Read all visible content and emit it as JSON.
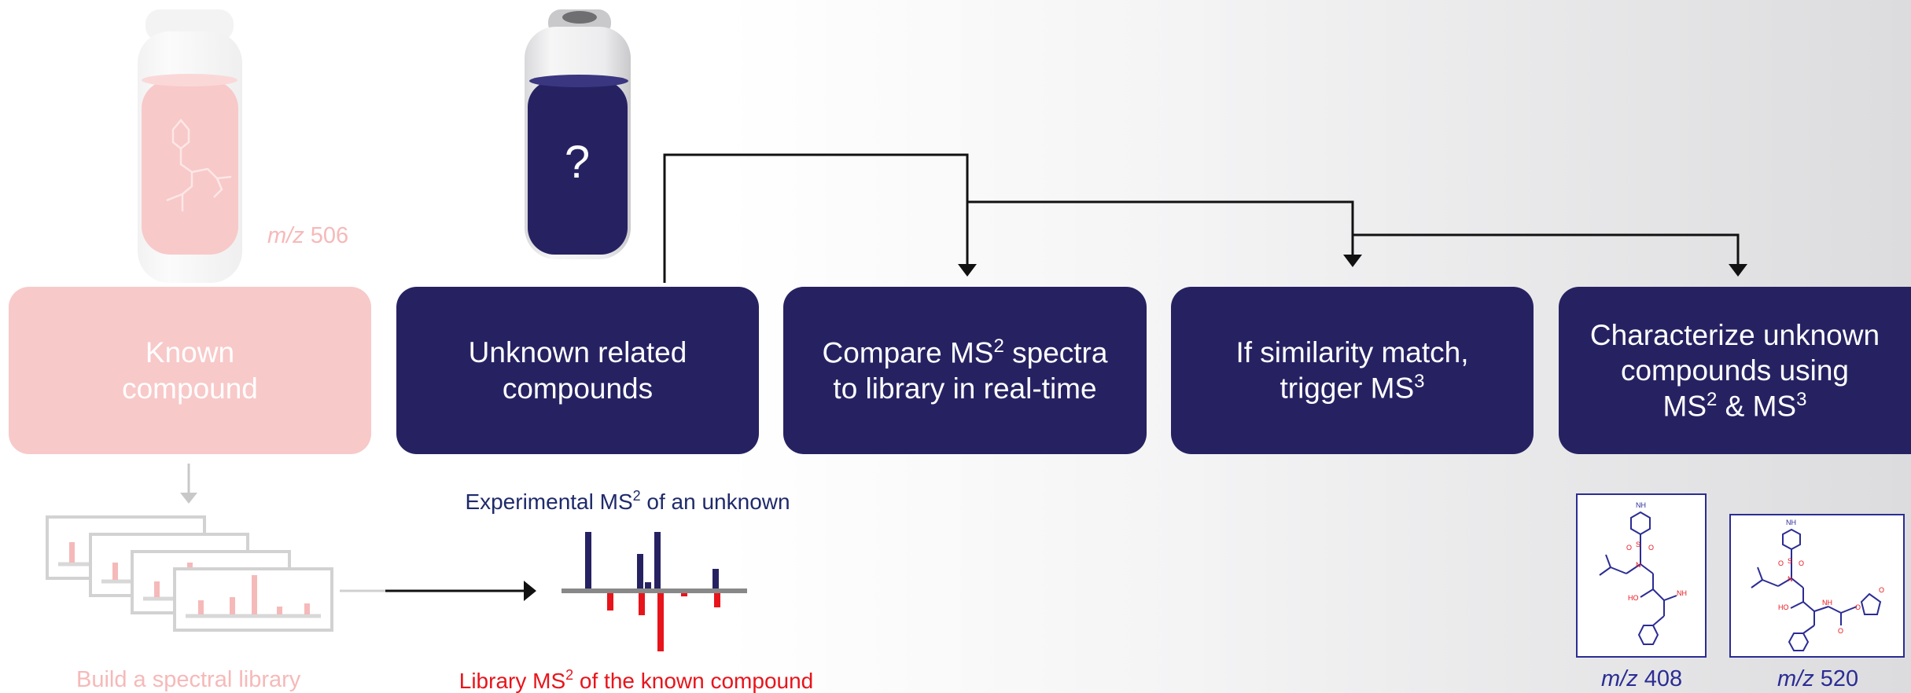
{
  "known_bottle": {
    "mz_prefix": "m/z",
    "mz_value": "506"
  },
  "unknown_bottle": {
    "mark": "?"
  },
  "steps": [
    {
      "lines": [
        "Known",
        "compound"
      ]
    },
    {
      "lines": [
        "Unknown related",
        "compounds"
      ]
    },
    {
      "lines": [
        "Compare MS",
        "2",
        " spectra",
        "to library in real-time"
      ]
    },
    {
      "lines": [
        "If similarity match,",
        "trigger MS",
        "3"
      ]
    },
    {
      "lines": [
        "Characterize unknown",
        "compounds using",
        "MS",
        "2",
        " & MS",
        "3"
      ]
    }
  ],
  "experimental_label": {
    "prefix": "Experimental MS",
    "sup": "2",
    "suffix": " of an unknown"
  },
  "library_label": {
    "prefix": "Library MS",
    "sup": "2",
    "suffix": " of the known compound"
  },
  "build_library_label": "Build a spectral library",
  "structures": [
    {
      "mz_prefix": "m/z",
      "mz_value": "408"
    },
    {
      "mz_prefix": "m/z",
      "mz_value": "520"
    }
  ],
  "colors": {
    "navy": "#262262",
    "red": "#e8141b",
    "faded_pink": "#f8c9c9",
    "structure_blue": "#2b2c94"
  }
}
